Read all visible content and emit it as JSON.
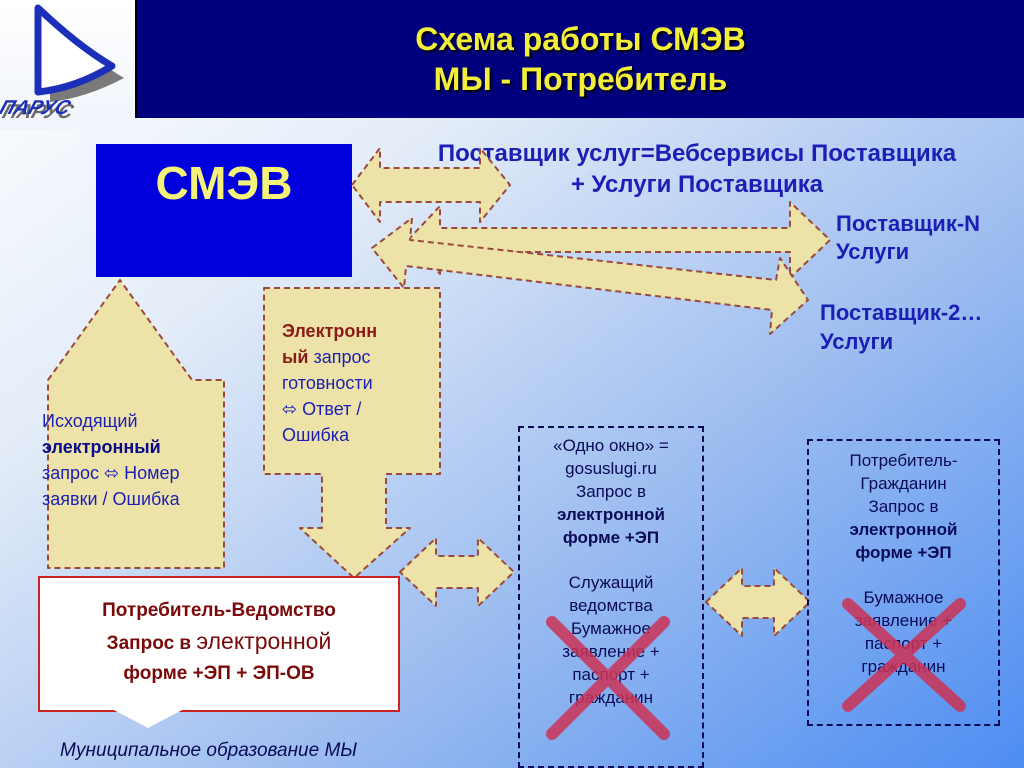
{
  "header": {
    "title_line1": "Схема работы СМЭВ",
    "title_line2": "МЫ - Потребитель",
    "logo_text": "ПАРУС"
  },
  "smev": {
    "label": "СМЭВ"
  },
  "providers": {
    "main_line1": "Поставщик услуг=Вебсервисы Поставщика",
    "main_line2": "+ Услуги Поставщика",
    "n_line1": "Поставщик-N",
    "n_line2": "Услуги",
    "two_line1": "Поставщик-2…",
    "two_line2": "Услуги"
  },
  "outgoing_request": {
    "line1": "Исходящий",
    "line2": "электронный",
    "line3": "запрос ⬄ Номер",
    "line4": "заявки / Ошибка"
  },
  "readiness_request": {
    "line1": "Электронн",
    "line2_bold": "ый",
    "line2_rest": " запрос",
    "line3": "готовности",
    "line4": "⬄ Ответ /",
    "line5": "Ошибка"
  },
  "agency": {
    "line1": "Потребитель-Ведомство",
    "line2_bold": "Запрос в ",
    "line2_big": "электронной",
    "line3": "форме +ЭП + ЭП-ОВ"
  },
  "single_window": {
    "line1": "«Одно окно» =",
    "line2": "gosuslugi.ru",
    "line3": "Запрос в",
    "line4": "электронной",
    "line5": "форме +ЭП",
    "line6": "Служащий",
    "line7": "ведомства",
    "line8": "Бумажное",
    "line9": "заявление +",
    "line10": "паспорт +",
    "line11": "гражданин"
  },
  "citizen": {
    "line1": "Потребитель-",
    "line2": "Гражданин",
    "line3": "Запрос в",
    "line4": "электронной",
    "line5": "форме +ЭП",
    "line6": "Бумажное",
    "line7": "заявление +",
    "line8": "паспорт +",
    "line9": "гражданин"
  },
  "footer": {
    "text": "Муниципальное образование МЫ"
  },
  "colors": {
    "title_bar": "#00007f",
    "title_text": "#f2ee3a",
    "smev_box": "#0000dd",
    "arrow_fill": "#ede3a8",
    "arrow_border": "#9a4a3a",
    "cross": "#cc3355"
  }
}
